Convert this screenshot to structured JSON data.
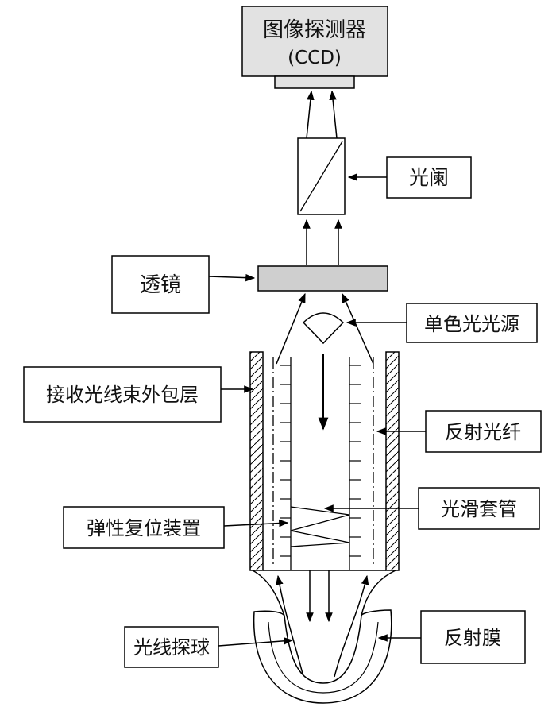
{
  "labels": {
    "ccd_line1": "图像探测器",
    "ccd_line2": "(CCD)",
    "aperture": "光阑",
    "lens": "透镜",
    "light_source": "单色光光源",
    "outer_cladding": "接收光线束外包层",
    "reflective_fiber": "反射光纤",
    "smooth_sleeve": "光滑套管",
    "elastic_reset": "弹性复位装置",
    "probe_ball": "光线探球",
    "reflective_film": "反射膜"
  }
}
